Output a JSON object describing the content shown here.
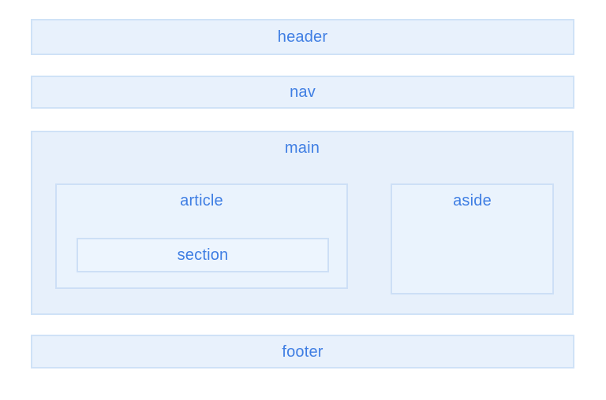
{
  "diagram": {
    "description_visible_labels_only": true,
    "boxes": {
      "header": {
        "label": "header"
      },
      "nav": {
        "label": "nav"
      },
      "main": {
        "label": "main"
      },
      "article": {
        "label": "article"
      },
      "section": {
        "label": "section"
      },
      "aside": {
        "label": "aside"
      },
      "footer": {
        "label": "footer"
      }
    },
    "colors": {
      "background": "#ffffff",
      "box_fill": "#e8f1fc",
      "box_fill_nested": "#eaf3fd",
      "box_border": "#cfe2f7",
      "label_text": "#3f7ee3"
    }
  }
}
